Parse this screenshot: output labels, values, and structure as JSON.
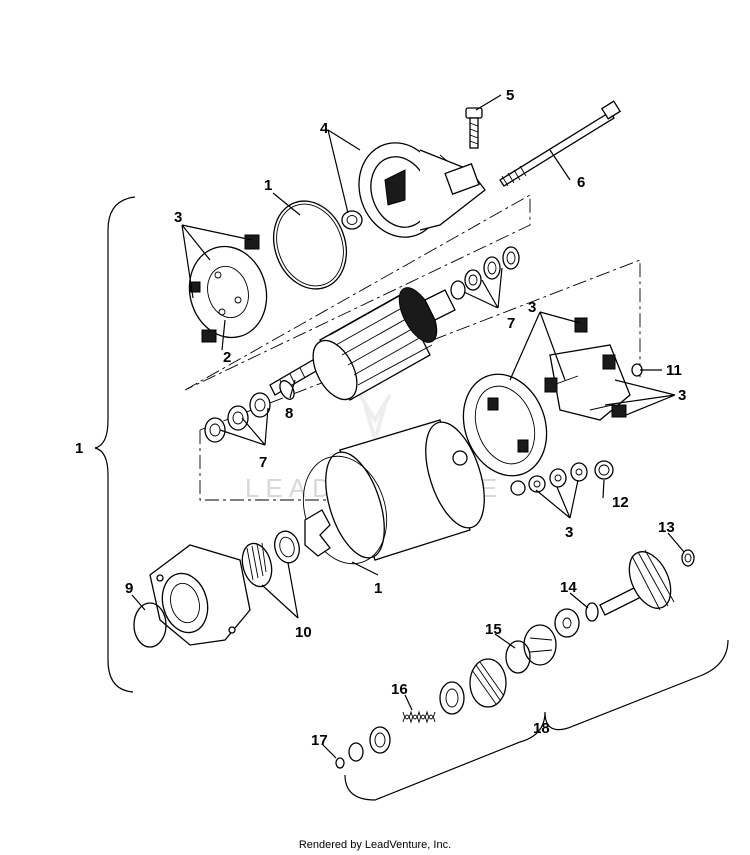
{
  "callouts": {
    "c1_ring": "1",
    "c1_bracket": "1",
    "c1_lower_ring": "1",
    "c2": "2",
    "c3_brush_plate": "3",
    "c3_brush_holder": "3",
    "c3_right": "3",
    "c3_washers": "3",
    "c4": "4",
    "c5": "5",
    "c6": "6",
    "c7_upper": "7",
    "c7_lower": "7",
    "c8": "8",
    "c9": "9",
    "c10": "10",
    "c11": "11",
    "c12": "12",
    "c13": "13",
    "c14": "14",
    "c15": "15",
    "c16": "16",
    "c17": "17",
    "c18": "18"
  },
  "watermark": "LEADVENTURE",
  "footer": "Rendered by LeadVenture, Inc."
}
